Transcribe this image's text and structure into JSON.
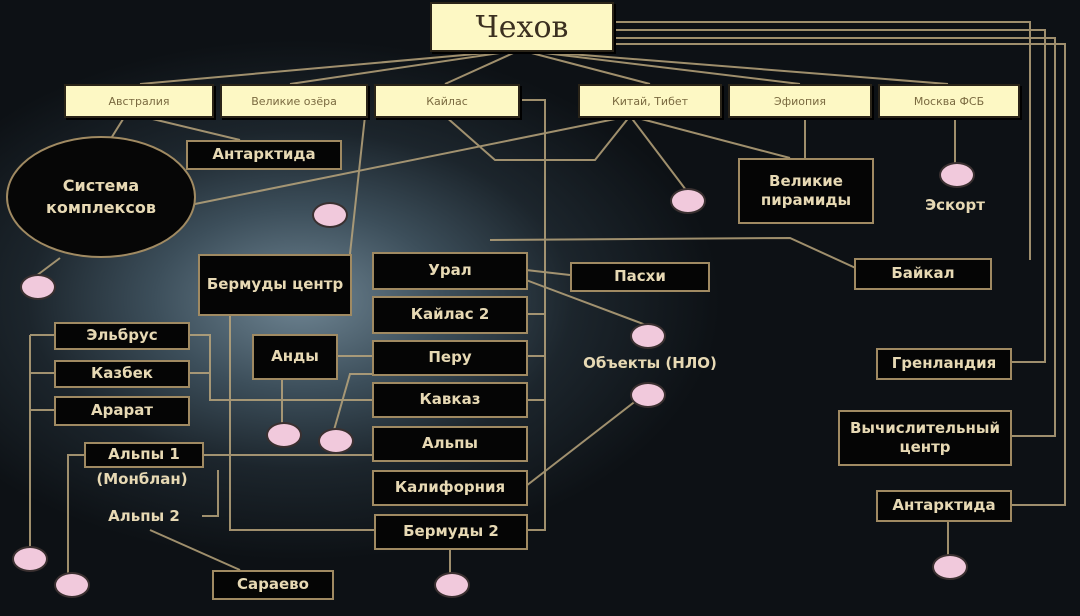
{
  "root": "Чехов",
  "top_row": [
    "Австралия",
    "Великие озёра",
    "Кайлас",
    "Китай, Тибет",
    "Эфиопия",
    "Москва ФСБ"
  ],
  "nodes": {
    "antarctica1": "Антарктида",
    "system": "Система комплексов",
    "pyramids": "Великие пирамиды",
    "escort": "Эскорт",
    "baikal": "Байкал",
    "greenland": "Гренландия",
    "compute": "Вычислительный центр",
    "antarctica2": "Антарктида",
    "ural": "Урал",
    "kailas2": "Кайлас 2",
    "peru": "Перу",
    "caucasus": "Кавказ",
    "alps": "Альпы",
    "california": "Калифорния",
    "bermuda2": "Бермуды 2",
    "bermuda_center": "Бермуды центр",
    "andes": "Анды",
    "easter": "Пасхи",
    "ufo": "Объекты (НЛО)",
    "elbrus": "Эльбрус",
    "kazbek": "Казбек",
    "ararat": "Арарат",
    "alps1": "Альпы 1",
    "montblanc": "(Монблан)",
    "alps2": "Альпы 2",
    "sarajevo": "Сараево"
  }
}
